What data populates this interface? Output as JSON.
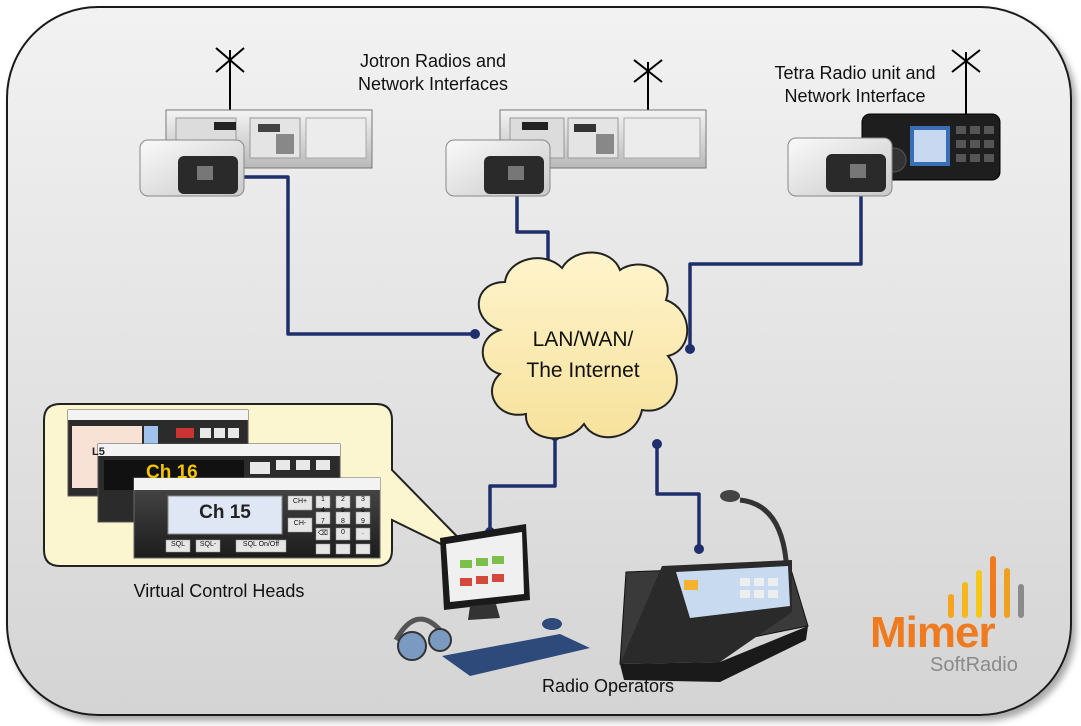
{
  "labels": {
    "jotron_line1": "Jotron Radios and",
    "jotron_line2": "Network Interfaces",
    "tetra_line1": "Tetra Radio unit and",
    "tetra_line2": "Network Interface",
    "cloud_line1": "LAN/WAN/",
    "cloud_line2": "The Internet",
    "virtual_heads": "Virtual Control Heads",
    "radio_operators": "Radio Operators"
  },
  "control_heads": {
    "back_channel": "L5",
    "middle_channel": "Ch 16",
    "front_channel": "Ch 15",
    "ch_plus": "CH+",
    "ch_minus": "CH-",
    "sql": "SQL",
    "sql_minus": "SQL-",
    "sql_onoff": "SQL On/Off",
    "keypad": [
      "1",
      "2",
      "3",
      "4",
      "5",
      "6",
      "7",
      "8",
      "9",
      "⌫",
      "0",
      "."
    ]
  },
  "logo": {
    "brand": "Mimer",
    "product": "SoftRadio"
  },
  "colors": {
    "link": "#1f2f6b",
    "cloud_fill": "#fcecb8",
    "callout_fill": "#fbf6cf",
    "logo_orange": "#f07a1e",
    "logo_gray": "#8a8a8a"
  }
}
